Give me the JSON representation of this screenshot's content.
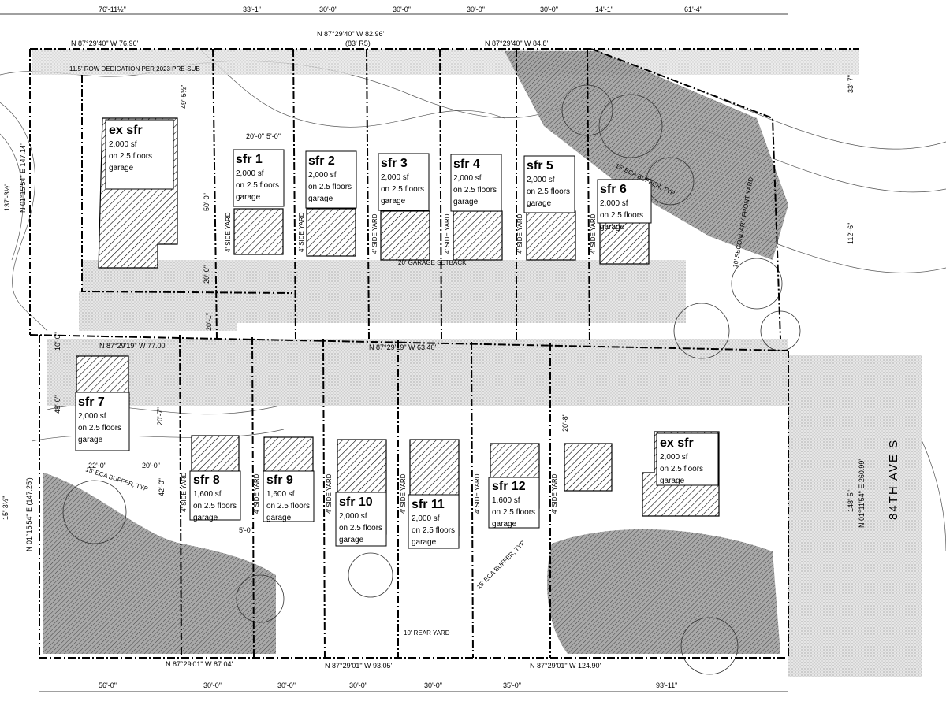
{
  "lots": [
    {
      "id": "ex-sfr-north",
      "name": "ex sfr",
      "lines": [
        "2,000 sf",
        "on 2.5 floors",
        "garage"
      ]
    },
    {
      "id": "sfr-1",
      "name": "sfr 1",
      "lines": [
        "2,000 sf",
        "on 2.5 floors",
        "garage"
      ]
    },
    {
      "id": "sfr-2",
      "name": "sfr 2",
      "lines": [
        "2,000 sf",
        "on 2.5 floors",
        "garage"
      ]
    },
    {
      "id": "sfr-3",
      "name": "sfr 3",
      "lines": [
        "2,000 sf",
        "on 2.5 floors",
        "garage"
      ]
    },
    {
      "id": "sfr-4",
      "name": "sfr 4",
      "lines": [
        "2,000 sf",
        "on 2.5 floors",
        "garage"
      ]
    },
    {
      "id": "sfr-5",
      "name": "sfr 5",
      "lines": [
        "2,000 sf",
        "on 2.5 floors",
        "garage"
      ]
    },
    {
      "id": "sfr-6",
      "name": "sfr 6",
      "lines": [
        "2,000 sf",
        "on 2.5 floors",
        "garage"
      ]
    },
    {
      "id": "sfr-7",
      "name": "sfr 7",
      "lines": [
        "2,000 sf",
        "on 2.5 floors",
        "garage"
      ]
    },
    {
      "id": "sfr-8",
      "name": "sfr 8",
      "lines": [
        "1,600 sf",
        "on 2.5 floors",
        "garage"
      ]
    },
    {
      "id": "sfr-9",
      "name": "sfr 9",
      "lines": [
        "1,600 sf",
        "on 2.5 floors",
        "garage"
      ]
    },
    {
      "id": "sfr-10",
      "name": "sfr 10",
      "lines": [
        "2,000 sf",
        "on 2.5 floors",
        "garage"
      ]
    },
    {
      "id": "sfr-11",
      "name": "sfr 11",
      "lines": [
        "2,000 sf",
        "on 2.5 floors",
        "garage"
      ]
    },
    {
      "id": "sfr-12",
      "name": "sfr 12",
      "lines": [
        "1,600 sf",
        "on 2.5 floors",
        "garage"
      ]
    },
    {
      "id": "ex-sfr-east",
      "name": "ex sfr",
      "lines": [
        "2,000 sf",
        "on 2.5 floors",
        "garage"
      ]
    }
  ],
  "top_dimensions": [
    "76'-11½\"",
    "33'-1\"",
    "30'-0\"",
    "30'-0\"",
    "30'-0\"",
    "30'-0\"",
    "14'-1\"",
    "61'-4\""
  ],
  "bottom_dimensions": [
    "56'-0\"",
    "30'-0\"",
    "30'-0\"",
    "30'-0\"",
    "30'-0\"",
    "35'-0\"",
    "93'-11\""
  ],
  "bearings": {
    "north_west": "N 87°29'40\" W 76.96'",
    "north_mid": "N 87°29'40\" W 82.96'",
    "north_r5": "(83' R5)",
    "north_east": "N 87°29'40\" W 84.8'",
    "middle_west": "N 87°29'19\" W 77.00'",
    "middle_mid": "N 87°29'19\" W 63.40'",
    "south_west": "N 87°29'01\" W 87.04'",
    "south_mid": "N 87°29'01\" W 93.05'",
    "south_east": "N 87°29'01\" W 124.90'",
    "east_line": "N 01°11'54\" E 260.99'",
    "west_line": "N 01°15'54\" E 147.14'",
    "west_line_south": "N 01°15'54\" E (147.25')"
  },
  "annotations": {
    "row_dedication": "11.5' ROW DEDICATION PER 2023 PRE-SUB",
    "garage_setback": "20' GARAGE SETBACK",
    "rear_yard": "10' REAR YARD",
    "side_yard": "4' SIDE YARD",
    "eca_buffer": "15' ECA BUFFER, TYP",
    "secondary_front_yard": "10' SECONDARY FRONT YARD",
    "street_name": "84TH AVE S"
  },
  "misc_dimensions": [
    "20'-0\"",
    "5'-0\"",
    "50'-0\"",
    "20'-0\"",
    "49'-5½\"",
    "137'-3½\"",
    "33'-7\"",
    "112'-6\"",
    "148'-5\"",
    "42'-0\"",
    "20'-7\"",
    "48'-0\"",
    "10'-0\"",
    "22'-0\"",
    "20'-0\"",
    "20'-8\"",
    "15'-3½\"",
    "5'-0\"",
    "20'-1\""
  ],
  "colors": {
    "line": "#000000",
    "stipple": "#bdbdbd",
    "background": "#ffffff",
    "steep_slope": "#8c8c8c"
  }
}
